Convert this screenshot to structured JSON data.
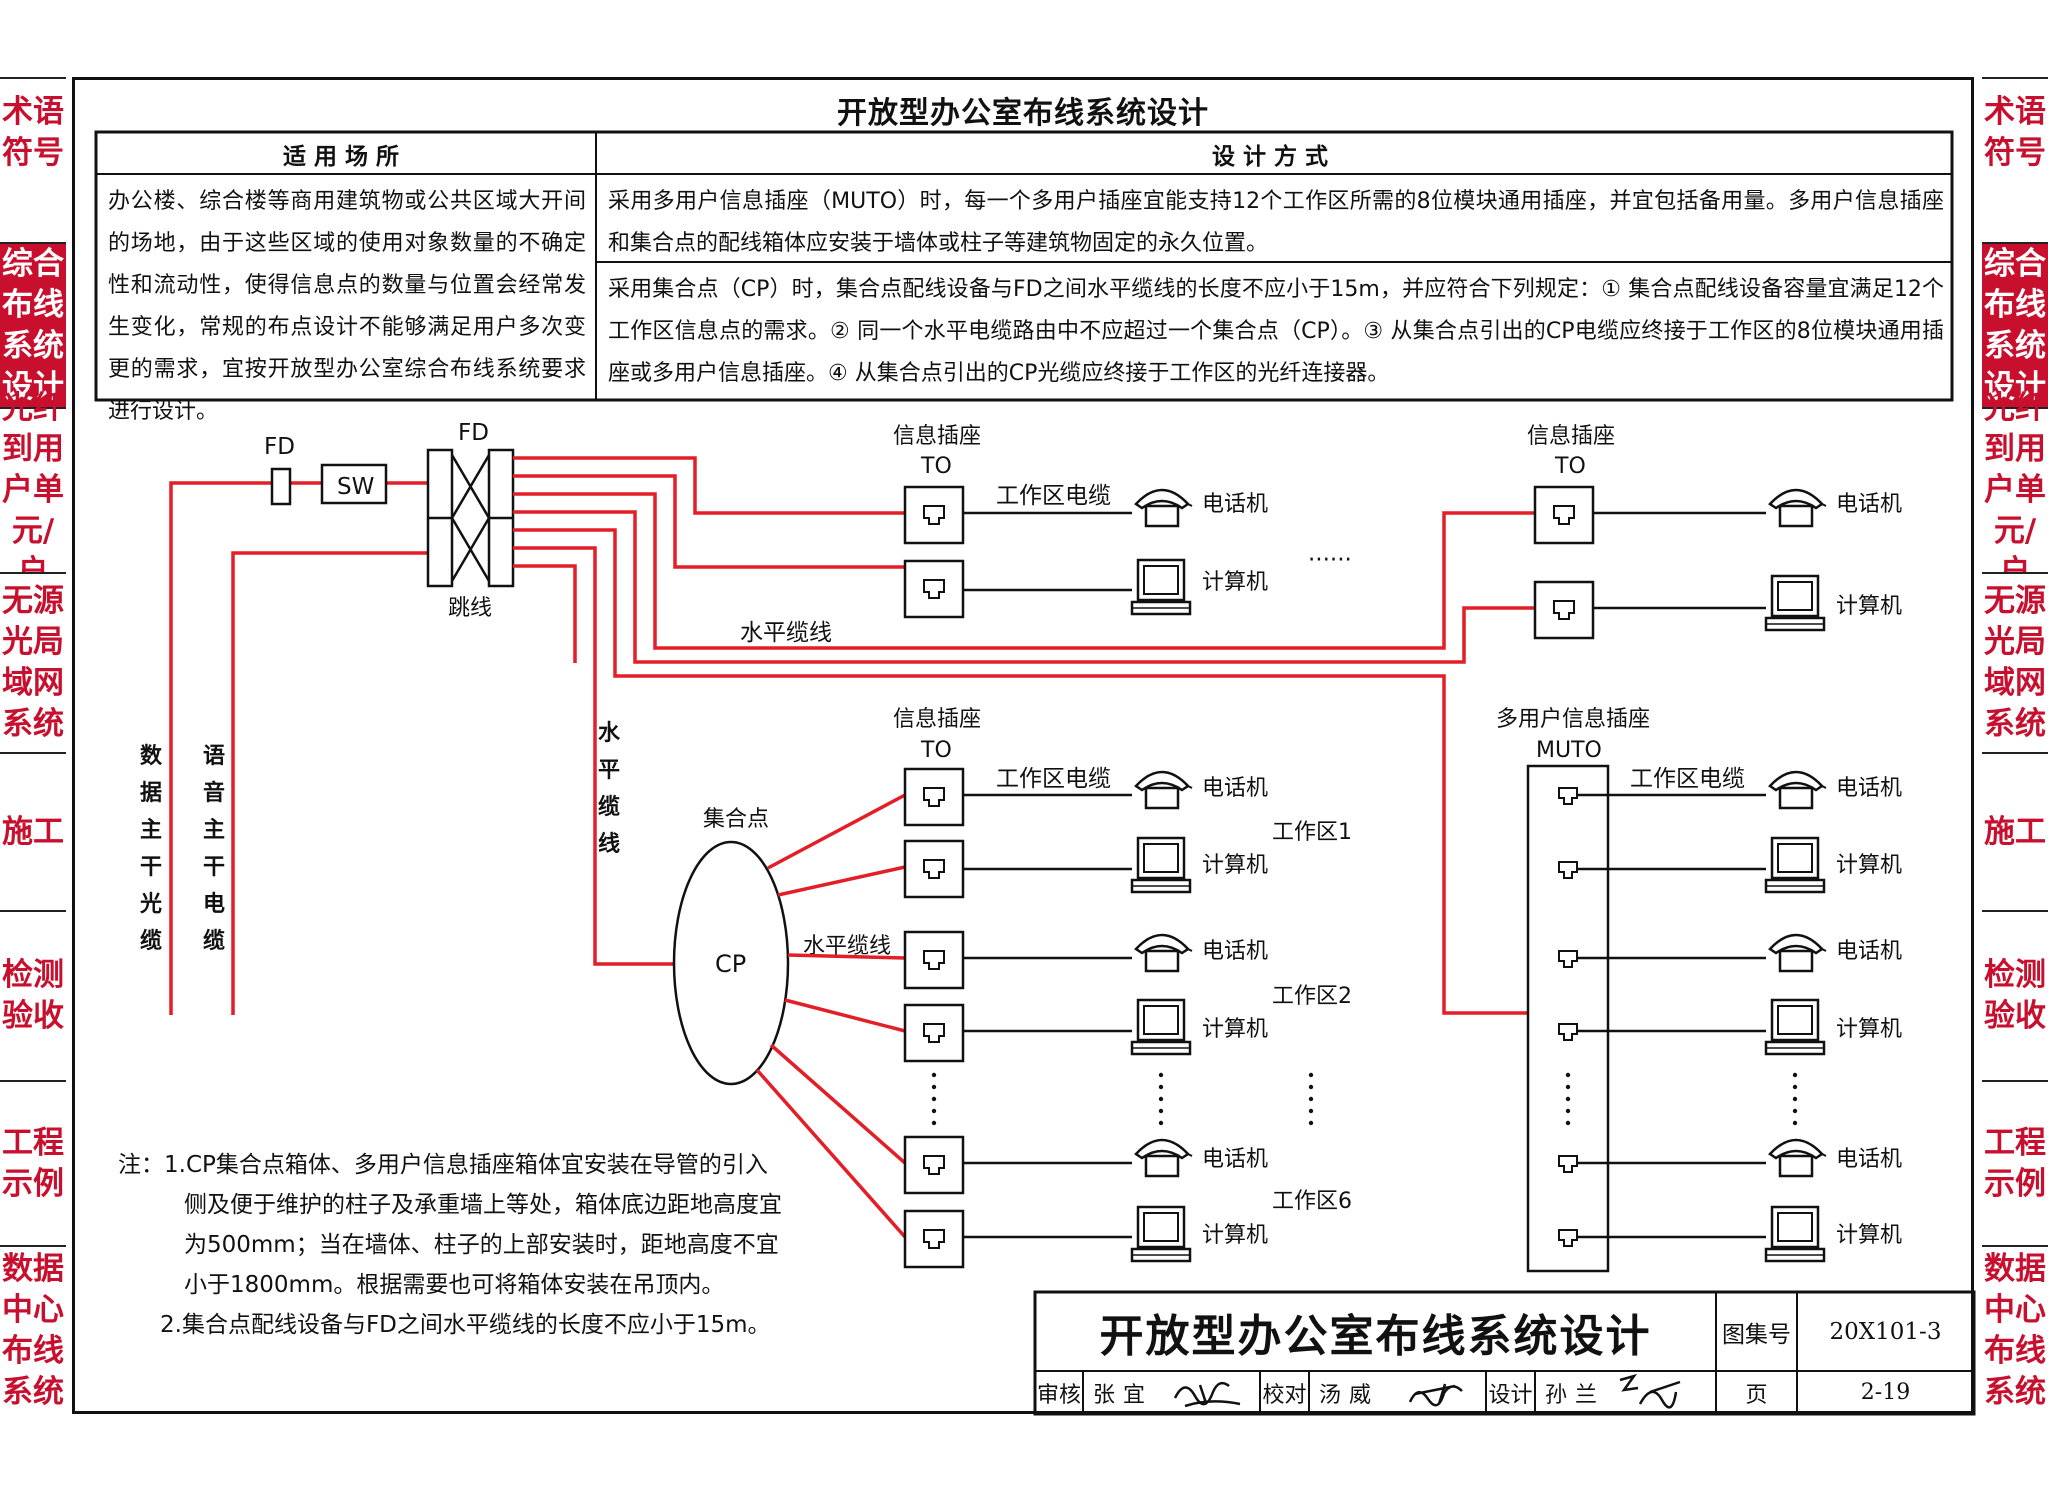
{
  "page": {
    "title": "开放型办公室布线系统设计"
  },
  "side_tabs": {
    "left": [
      {
        "label": "术语\n符号",
        "active": false
      },
      {
        "label": "综合\n布线\n系统\n设计",
        "active": true
      },
      {
        "label": "光纤\n到用\n户单\n元/户",
        "active": false
      },
      {
        "label": "无源\n光局\n域网\n系统",
        "active": false
      },
      {
        "label": "施工",
        "active": false
      },
      {
        "label": "检测\n验收",
        "active": false
      },
      {
        "label": "工程\n示例",
        "active": false
      },
      {
        "label": "数据\n中心\n布线\n系统",
        "active": false
      }
    ],
    "right": [
      {
        "label": "术语\n符号",
        "active": false
      },
      {
        "label": "综合\n布线\n系统\n设计",
        "active": true
      },
      {
        "label": "光纤\n到用\n户单\n元/户",
        "active": false
      },
      {
        "label": "无源\n光局\n域网\n系统",
        "active": false
      },
      {
        "label": "施工",
        "active": false
      },
      {
        "label": "检测\n验收",
        "active": false
      },
      {
        "label": "工程\n示例",
        "active": false
      },
      {
        "label": "数据\n中心\n布线\n系统",
        "active": false
      }
    ]
  },
  "table": {
    "headers": [
      "适用场所",
      "设计方式"
    ],
    "applicable": "办公楼、综合楼等商用建筑物或公共区域大开间的场地，由于这些区域的使用对象数量的不确定性和流动性，使得信息点的数量与位置会经常发生变化，常规的布点设计不能够满足用户多次变更的需求，宜按开放型办公室综合布线系统要求进行设计。",
    "design_muto": "采用多用户信息插座（MUTO）时，每一个多用户插座宜能支持12个工作区所需的8位模块通用插座，并宜包括备用量。多用户信息插座和集合点的配线箱体应安装于墙体或柱子等建筑物固定的永久位置。",
    "design_cp": "采用集合点（CP）时，集合点配线设备与FD之间水平缆线的长度不应小于15m，并应符合下列规定：① 集合点配线设备容量宜满足12个工作区信息点的需求。② 同一个水平电缆路由中不应超过一个集合点（CP）。③ 从集合点引出的CP电缆应终接于工作区的8位模块通用插座或多用户信息插座。④ 从集合点引出的CP光缆应终接于工作区的光纤连接器。"
  },
  "diagram": {
    "fd_small": "FD",
    "sw": "SW",
    "fd_big": "FD",
    "patch": "跳线",
    "data_backbone": "数据主干光缆",
    "voice_backbone": "语音主干电缆",
    "horiz_vertical": "水平缆线",
    "horizontal_cable": "水平缆线",
    "info_outlet": "信息插座",
    "to": "TO",
    "work_cable": "工作区电缆",
    "phone": "电话机",
    "computer": "计算机",
    "ellipsis": "······",
    "cp_label": "集合点",
    "cp": "CP",
    "cp_horizontal": "水平缆线",
    "muto_title": "多用户信息插座",
    "muto": "MUTO",
    "zone1": "工作区1",
    "zone2": "工作区2",
    "zone6": "工作区6",
    "colors": {
      "cable": "#e41e26",
      "line": "#111111"
    }
  },
  "notes": {
    "prefix": "注：",
    "n1_line1": "1.CP集合点箱体、多用户信息插座箱体宜安装在导管的引入",
    "n1_line2": "侧及便于维护的柱子及承重墙上等处，箱体底边距地高度宜",
    "n1_line3": "为500mm；当在墙体、柱子的上部安装时，距地高度不宜",
    "n1_line4": "小于1800mm。根据需要也可将箱体安装在吊顶内。",
    "n2": "2.集合点配线设备与FD之间水平缆线的长度不应小于15m。"
  },
  "title_block": {
    "title": "开放型办公室布线系统设计",
    "atlas_label": "图集号",
    "atlas_no": "20X101-3",
    "review_label": "审核",
    "reviewer": "张宜",
    "check_label": "校对",
    "checker": "汤威",
    "design_label": "设计",
    "designer": "孙兰",
    "page_label": "页",
    "page_no": "2-19"
  }
}
